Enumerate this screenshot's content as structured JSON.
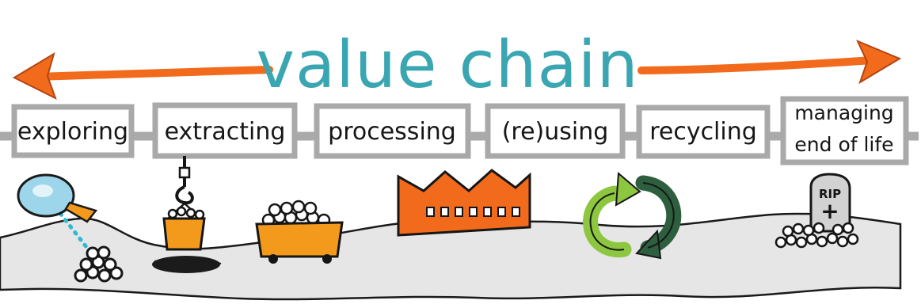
{
  "title": "value chain",
  "stages": [
    {
      "label": "exploring"
    },
    {
      "label": "extracting"
    },
    {
      "label": "processing"
    },
    {
      "label": "(re)using"
    },
    {
      "label": "recycling"
    },
    {
      "label_line1": "managing",
      "label_line2": "end of life"
    }
  ],
  "tombstone": {
    "text": "RIP",
    "cross": "+"
  },
  "colors": {
    "title": "#3aa6b1",
    "arrow": "#f26a1b",
    "box_border": "#a9a9a9",
    "ground": "#e6e6e6",
    "orange_object": "#f39a1c",
    "factory": "#f26a1b",
    "recycle_light": "#8dc63f",
    "recycle_dark": "#2d5f3f",
    "magnifier_lens": "#9dd6ea",
    "beam": "#2fb9d4"
  },
  "icons": [
    "magnifier-icon",
    "bucket-icon",
    "ore-cart-icon",
    "factory-icon",
    "recycle-arrows-icon",
    "tombstone-icon"
  ]
}
